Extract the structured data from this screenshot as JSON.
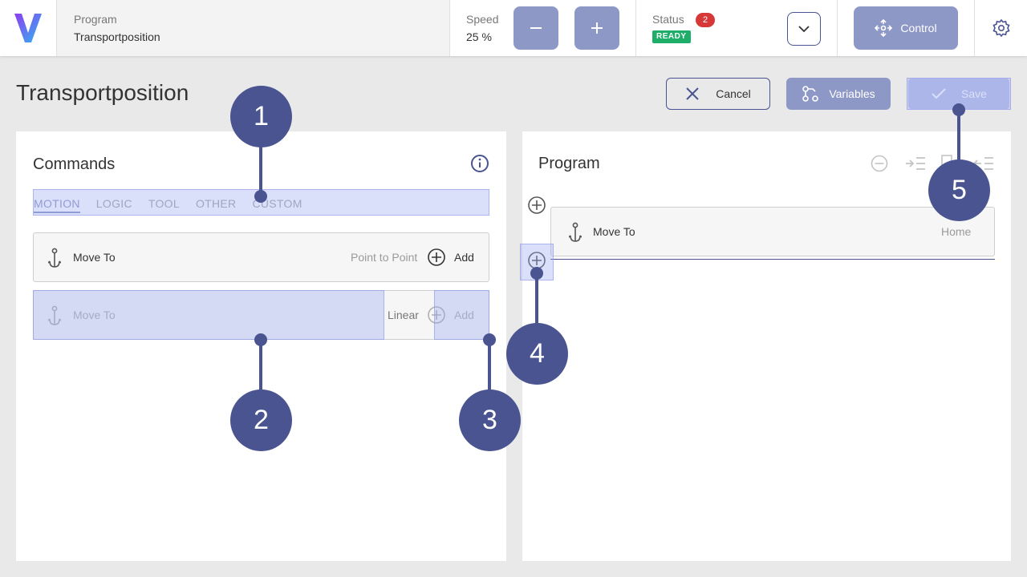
{
  "header": {
    "program_label": "Program",
    "program_value": "Transportposition",
    "speed_label": "Speed",
    "speed_value": "25 %",
    "status_label": "Status",
    "status_count": "2",
    "status_badge": "READY",
    "control_label": "Control"
  },
  "page": {
    "title": "Transportposition",
    "cancel_label": "Cancel",
    "variables_label": "Variables",
    "save_label": "Save"
  },
  "commands": {
    "title": "Commands",
    "tabs": [
      {
        "label": "MOTION",
        "active": true
      },
      {
        "label": "LOGIC",
        "active": false
      },
      {
        "label": "TOOL",
        "active": false
      },
      {
        "label": "OTHER",
        "active": false
      },
      {
        "label": "CUSTOM",
        "active": false
      }
    ],
    "rows": [
      {
        "label": "Move To",
        "type": "Point to Point",
        "add": "Add"
      },
      {
        "label": "Move To",
        "type": "Linear",
        "add": "Add"
      }
    ]
  },
  "program": {
    "title": "Program",
    "rows": [
      {
        "label": "Move To",
        "target": "Home"
      }
    ]
  },
  "callouts": [
    "1",
    "2",
    "3",
    "4",
    "5"
  ],
  "colors": {
    "accent": "#4a5490",
    "button_fill": "#8e98c6",
    "ready": "#1fae6a",
    "alert": "#d63838",
    "highlight": "#96a2f0"
  }
}
